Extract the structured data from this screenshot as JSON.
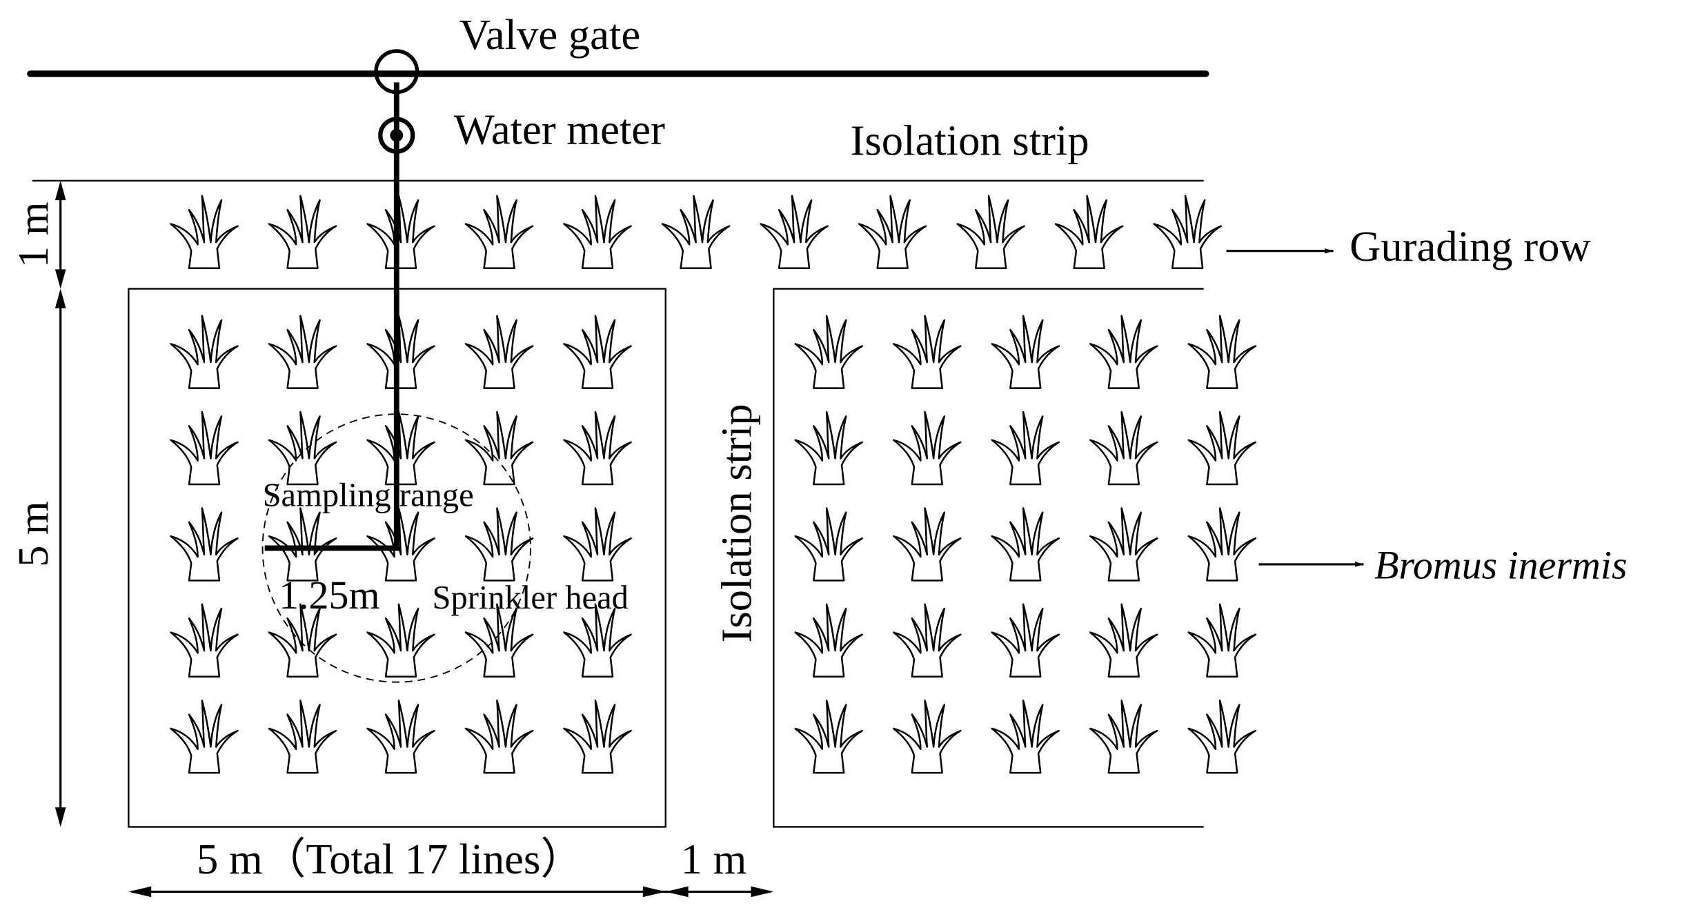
{
  "labels": {
    "valve_gate": "Valve gate",
    "water_meter": "Water meter",
    "isolation_strip_top": "Isolation strip",
    "guarding_row": "Gurading row",
    "isolation_strip_vertical": "Isolation strip",
    "species": "Bromus inermis",
    "sampling_range": "Sampling range",
    "sprinkler_radius": "1.25m",
    "sprinkler_head": "Sprinkler head",
    "dim_left_top": "1 m",
    "dim_left_plot": "5 m",
    "dim_bottom_plot": "5 m（Total 17 lines）",
    "dim_bottom_gap": "1 m"
  },
  "layout_counts": {
    "guarding_row_plants": 11,
    "plot_rows": 5,
    "plot_cols": 5
  },
  "colors": {
    "ink": "#000000",
    "background": "#ffffff"
  }
}
